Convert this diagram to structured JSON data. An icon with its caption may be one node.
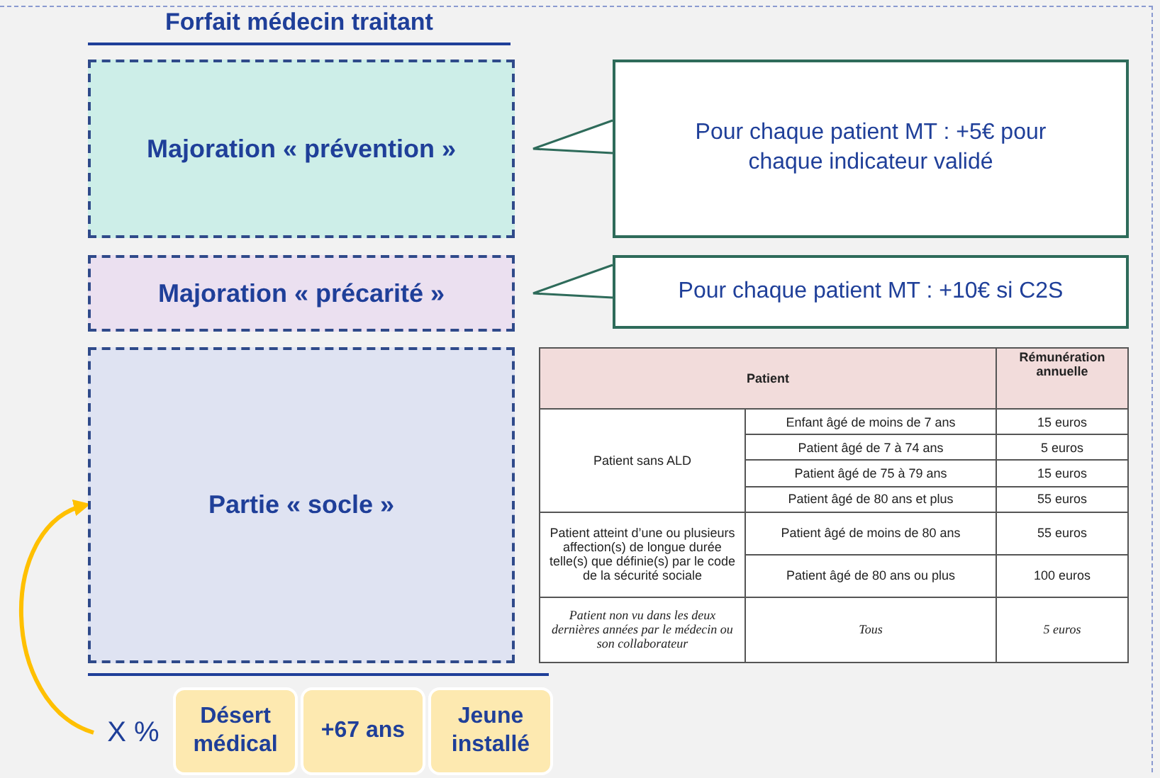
{
  "diagram": {
    "title": "Forfait médecin traitant",
    "nodes": [
      {
        "text": [
          "Majoration « prévention »"
        ]
      },
      {
        "text": [
          "Majoration « précarité »"
        ]
      },
      {
        "text": [
          "Partie « socle »"
        ]
      },
      {
        "text": [
          "Pour chaque patient MT : +5€ pour chaque indicateur validé"
        ]
      },
      {
        "text": [
          "Pour chaque patient MT : +10€ si C2S"
        ]
      },
      {
        "text": [
          "X %"
        ]
      },
      {
        "text": [
          "Désert médical"
        ]
      },
      {
        "text": [
          "+67 ans"
        ]
      },
      {
        "text": [
          "Jeune installé"
        ]
      }
    ],
    "edges": [
      {
        "from": 3,
        "to": 0,
        "arrow": "none"
      },
      {
        "from": 4,
        "to": 1,
        "arrow": "none"
      },
      {
        "from": 5,
        "to": 2,
        "arrow": "to",
        "color": "#ffc000",
        "style": "thick"
      }
    ],
    "labels": [
      "Patient",
      "Rémunération annuelle",
      "Patient sans ALD",
      "Enfant âgé de moins de 7 ans",
      "15 euros",
      "Patient âgé de 7 à 74 ans",
      "5 euros",
      "Patient âgé de 75 à 79 ans",
      "15 euros",
      "Patient âgé de 80 ans et plus",
      "55 euros",
      "Patient atteint d’une ou plusieurs affection(s) de longue durée telle(s) que définie(s) par le code de la sécurité sociale",
      "Patient âgé de moins de 80 ans",
      "55 euros",
      "Patient âgé de 80 ans ou plus",
      "100 euros",
      "Patient non vu dans les deux dernières années par le médecin ou son collaborateur",
      "Tous",
      "5 euros"
    ]
  }
}
